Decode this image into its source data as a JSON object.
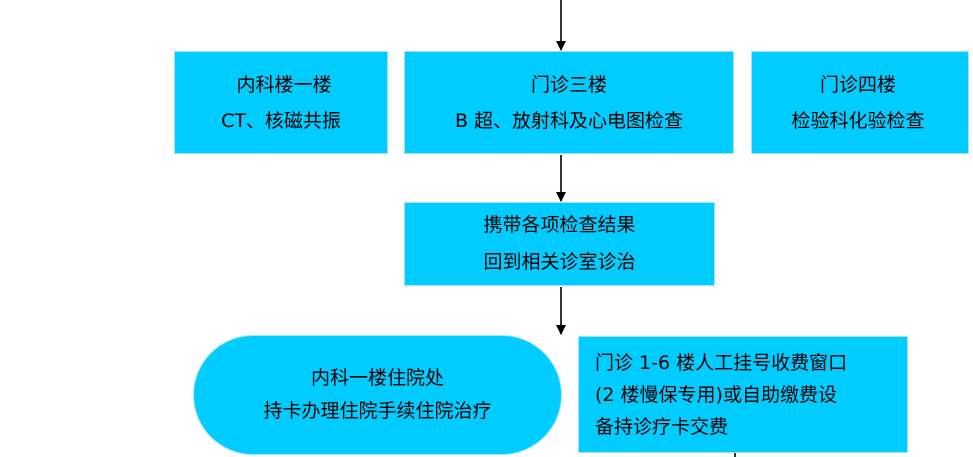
{
  "nodes": {
    "internal_medicine_1f": {
      "lines": [
        "内科楼一楼",
        "CT、核磁共振"
      ]
    },
    "outpatient_3f": {
      "lines": [
        "门诊三楼",
        "B 超、放射科及心电图检查"
      ]
    },
    "outpatient_4f": {
      "lines": [
        "门诊四楼",
        "检验科化验检查"
      ]
    },
    "return_to_clinic": {
      "lines": [
        "携带各项检查结果",
        "回到相关诊室诊治"
      ]
    },
    "hospitalization": {
      "lines": [
        "内科一楼住院处",
        "持卡办理住院手续住院治疗"
      ]
    },
    "payment": {
      "lines": [
        "门诊 1-6 楼人工挂号收费窗口",
        "(2 楼慢保专用)或自助缴费设",
        "备持诊疗卡交费"
      ]
    }
  },
  "colors": {
    "box_fill": "#00ccff",
    "arrow": "#000000"
  }
}
